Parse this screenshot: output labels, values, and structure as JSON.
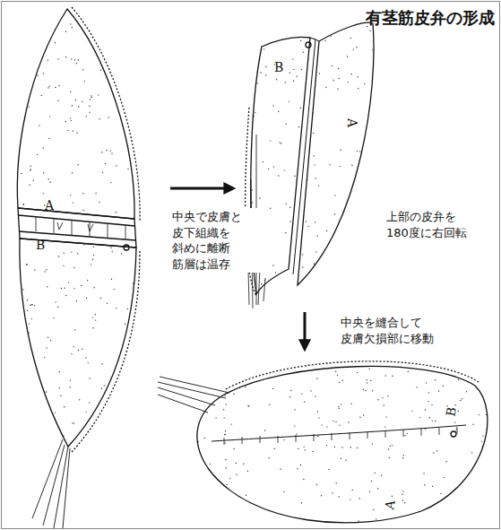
{
  "diagram": {
    "title": "有茎筋皮弁の形成",
    "labels": [
      "A",
      "B",
      "中央で皮膚と 皮下組織を 斜めに離断 筋層は温存",
      "B",
      "A",
      "上部の皮弁を 180度に右回転",
      "中央を縫合して 皮膚欠損部に移動",
      "B",
      "A"
    ]
  }
}
